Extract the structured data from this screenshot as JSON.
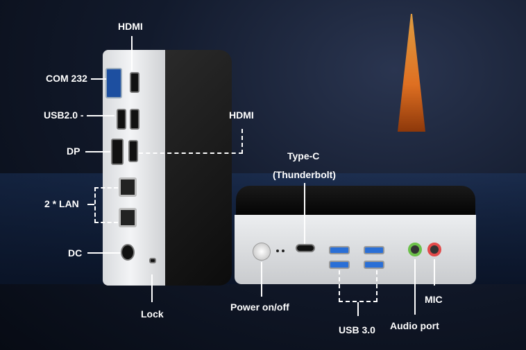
{
  "labels": {
    "hdmi_top": "HDMI",
    "com": "COM 232",
    "usb2": "USB2.0 -",
    "dp": "DP",
    "hdmi_side": "HDMI",
    "lan": "2 * LAN",
    "dc": "DC",
    "lock": "Lock",
    "typec_1": "Type-C",
    "typec_2": "(Thunderbolt)",
    "power": "Power on/off",
    "usb3": "USB 3.0",
    "audio": "Audio port",
    "mic": "MIC"
  },
  "colors": {
    "audio_jack": "#6cc04a",
    "mic_jack": "#e24a4a",
    "usb3_port": "#2a6fd6",
    "vga_port": "#1d4fa0"
  }
}
